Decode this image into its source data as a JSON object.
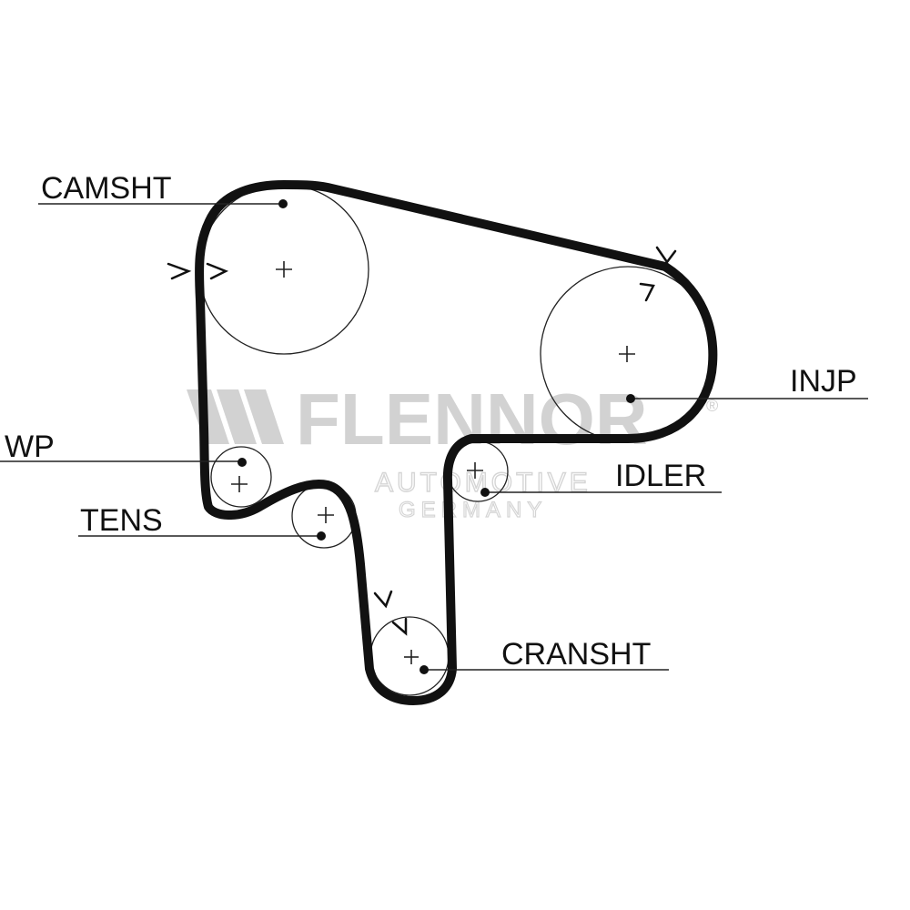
{
  "diagram": {
    "labels": {
      "camshaft": "CAMSHT",
      "injection_pump": "INJP",
      "water_pump": "WP",
      "idler": "IDLER",
      "tensioner": "TENS",
      "crankshaft": "CRANSHT"
    },
    "watermark": {
      "brand": "FLENNOR",
      "registered": "®",
      "line1": "AUTOMOTIVE",
      "line2": "GERMANY"
    }
  }
}
